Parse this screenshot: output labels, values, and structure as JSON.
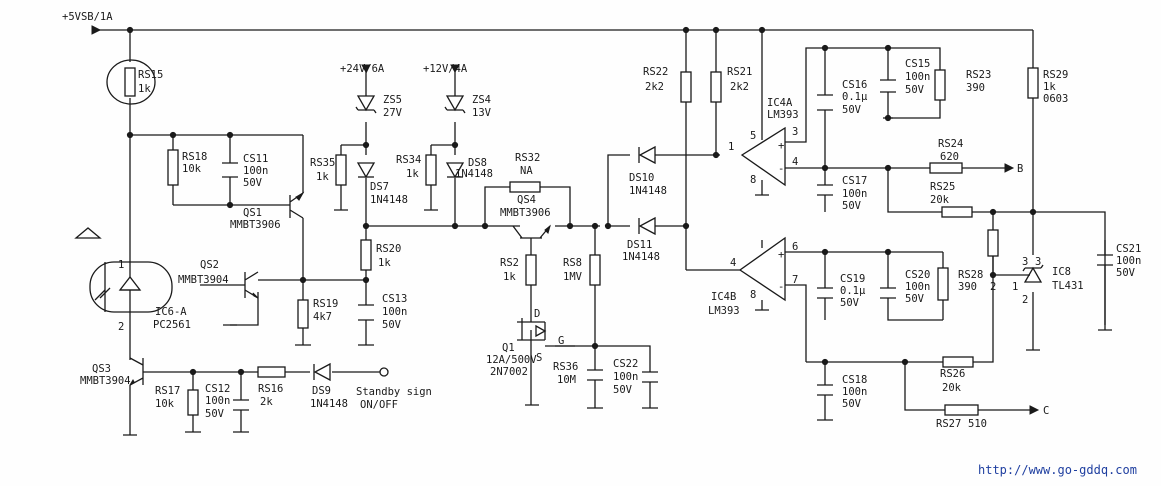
{
  "rails": [
    {
      "id": "vsb",
      "text": "+5VSB/1A"
    },
    {
      "id": "v24",
      "text": "+24V/6A"
    },
    {
      "id": "v12",
      "text": "+12V/4A"
    }
  ],
  "components": [
    {
      "ref": "RS15",
      "value": "1k"
    },
    {
      "ref": "RS18",
      "value": "10k"
    },
    {
      "ref": "CS11",
      "value": "100n",
      "rating": "50V"
    },
    {
      "ref": "QS1",
      "part": "MMBT3906"
    },
    {
      "ref": "QS2",
      "part": "MMBT3904"
    },
    {
      "ref": "RS35",
      "value": "1k"
    },
    {
      "ref": "ZS5",
      "value": "27V"
    },
    {
      "ref": "DS7",
      "part": "1N4148"
    },
    {
      "ref": "RS20",
      "value": "1k"
    },
    {
      "ref": "RS19",
      "value": "4k7"
    },
    {
      "ref": "CS13",
      "value": "100n",
      "rating": "50V"
    },
    {
      "ref": "RS34",
      "value": "1k"
    },
    {
      "ref": "ZS4",
      "value": "13V"
    },
    {
      "ref": "DS8",
      "part": "1N4148"
    },
    {
      "ref": "RS32",
      "value": "NA"
    },
    {
      "ref": "QS4",
      "part": "MMBT3906"
    },
    {
      "ref": "RS2",
      "value": "1k"
    },
    {
      "ref": "RS8",
      "value": "1MV"
    },
    {
      "ref": "DS10",
      "part": "1N4148"
    },
    {
      "ref": "DS11",
      "part": "1N4148"
    },
    {
      "ref": "Q1",
      "part": "12A/500V",
      "part2": "2N7002"
    },
    {
      "ref": "RS36",
      "value": "10M"
    },
    {
      "ref": "CS22",
      "value": "100n",
      "rating": "50V"
    },
    {
      "ref": "RS22",
      "value": "2k2"
    },
    {
      "ref": "RS21",
      "value": "2k2"
    },
    {
      "ref": "IC4A",
      "part": "LM393"
    },
    {
      "ref": "IC4B",
      "part": "LM393"
    },
    {
      "ref": "CS16",
      "value": "0.1μ",
      "rating": "50V"
    },
    {
      "ref": "CS15",
      "value": "100n",
      "rating": "50V"
    },
    {
      "ref": "RS23",
      "value": "390"
    },
    {
      "ref": "RS24",
      "value": "620"
    },
    {
      "ref": "CS17",
      "value": "100n",
      "rating": "50V"
    },
    {
      "ref": "RS25",
      "value": "20k"
    },
    {
      "ref": "CS19",
      "value": "0.1μ",
      "rating": "50V"
    },
    {
      "ref": "CS20",
      "value": "100n",
      "rating": "50V"
    },
    {
      "ref": "RS28",
      "value": "390"
    },
    {
      "ref": "CS18",
      "value": "100n",
      "rating": "50V"
    },
    {
      "ref": "RS26",
      "value": "20k"
    },
    {
      "ref": "RS27",
      "value": "510"
    },
    {
      "ref": "RS29",
      "value": "1k",
      "package": "0603"
    },
    {
      "ref": "IC8",
      "part": "TL431"
    },
    {
      "ref": "CS21",
      "value": "100n",
      "rating": "50V"
    },
    {
      "ref": "IC6-A",
      "part": "PC2561"
    },
    {
      "ref": "QS3",
      "part": "MMBT3904"
    },
    {
      "ref": "RS17",
      "value": "10k"
    },
    {
      "ref": "CS12",
      "value": "100n",
      "rating": "50V"
    },
    {
      "ref": "RS16",
      "value": "2k"
    },
    {
      "ref": "DS9",
      "part": "1N4148"
    }
  ],
  "pins": [
    "1",
    "2",
    "3",
    "1",
    "2",
    "3",
    "4",
    "8",
    "5",
    "6",
    "7",
    "4",
    "8",
    "1",
    "2",
    "3"
  ],
  "mosfet_terminals": [
    "D",
    "G",
    "S"
  ],
  "signals": {
    "b": "B",
    "c": "C",
    "standby_line1": "Standby sign",
    "standby_line2": "ON/OFF"
  },
  "watermark": "http://www.go-gddq.com"
}
